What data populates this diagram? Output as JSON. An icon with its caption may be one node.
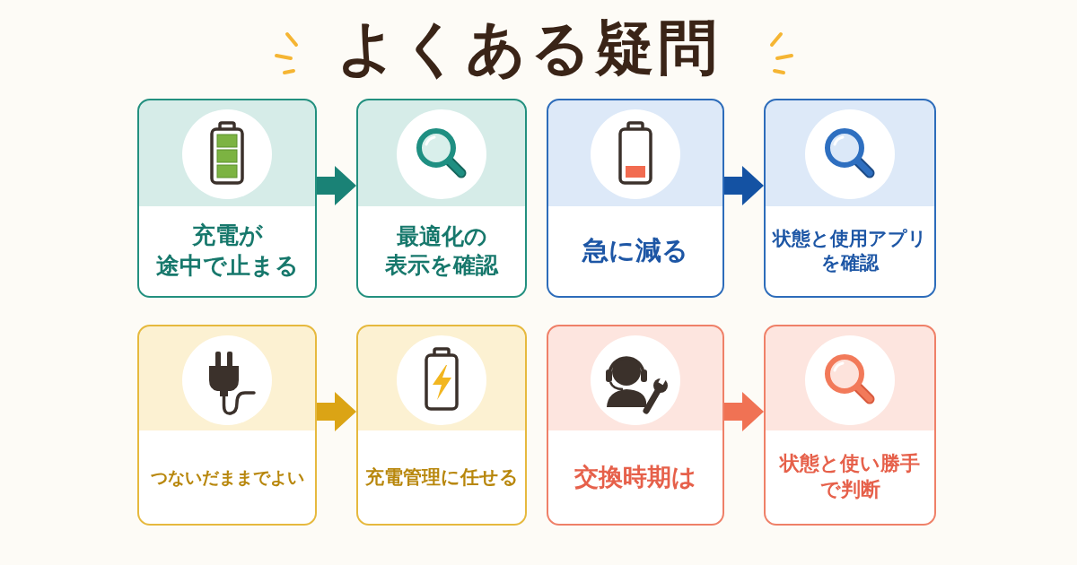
{
  "diagram": {
    "title": "よくある疑問",
    "nodes": [
      {
        "text": [
          "充電が途中で止まる"
        ]
      },
      {
        "text": [
          "最適化の表示を確認"
        ]
      },
      {
        "text": [
          "急に減る"
        ]
      },
      {
        "text": [
          "状態と使用アプリを確認"
        ]
      },
      {
        "text": [
          "つないだままでよい"
        ]
      },
      {
        "text": [
          "充電管理に任せる"
        ]
      },
      {
        "text": [
          "交換時期は"
        ]
      },
      {
        "text": [
          "状態と使い勝手で判断"
        ]
      }
    ],
    "edges": [
      {
        "from": 0,
        "to": 1,
        "arrow": "to",
        "color": "#1a8276"
      },
      {
        "from": 2,
        "to": 3,
        "arrow": "to",
        "color": "#1452a3"
      },
      {
        "from": 4,
        "to": 5,
        "arrow": "to",
        "color": "#dba415"
      },
      {
        "from": 6,
        "to": 7,
        "arrow": "to",
        "color": "#f07254"
      }
    ]
  }
}
